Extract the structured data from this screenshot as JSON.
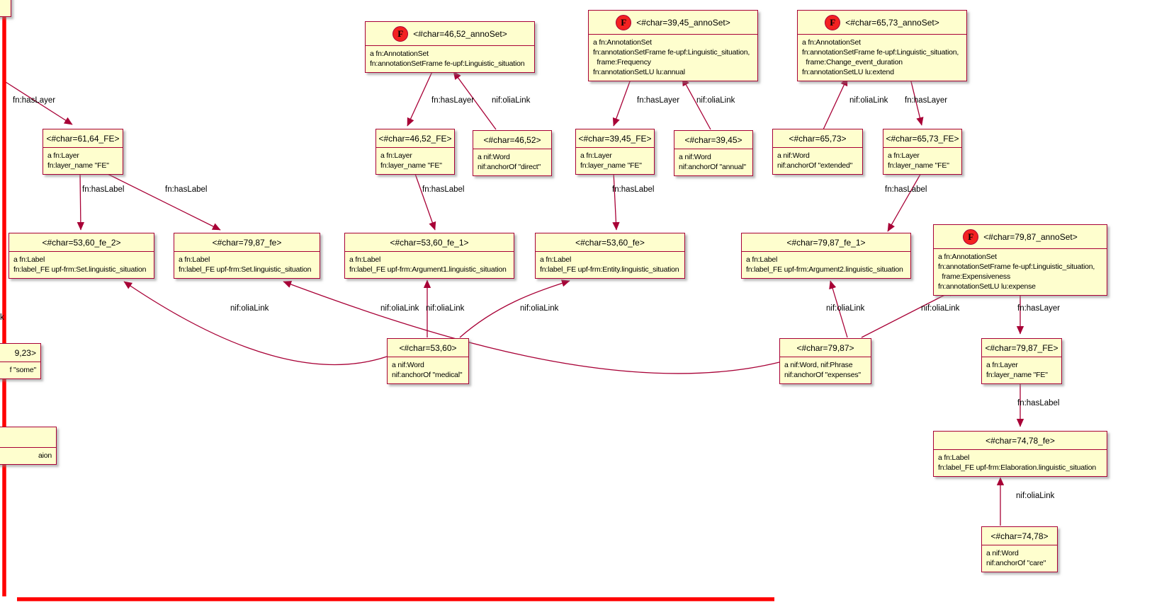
{
  "colors": {
    "node_fill": "#FEFECE",
    "node_border": "#A80036",
    "edge": "#A80036",
    "highlight": "#FF0000",
    "spot_fill": "#F32121"
  },
  "nodes": {
    "a1": {
      "spot": "F",
      "title": "<#char=46,52_annoSet>",
      "lines": [
        "a fn:AnnotationSet",
        "fn:annotationSetFrame fe-upf:Linguistic_situation"
      ]
    },
    "a2": {
      "spot": "F",
      "title": "<#char=39,45_annoSet>",
      "lines": [
        "a fn:AnnotationSet",
        "fn:annotationSetFrame fe-upf:Linguistic_situation,",
        "  frame:Frequency",
        "fn:annotationSetLU lu:annual"
      ]
    },
    "a3": {
      "spot": "F",
      "title": "<#char=65,73_annoSet>",
      "lines": [
        "a fn:AnnotationSet",
        "fn:annotationSetFrame fe-upf:Linguistic_situation,",
        "  frame:Change_event_duration",
        "fn:annotationSetLU lu:extend"
      ]
    },
    "a4": {
      "spot": "F",
      "title": "<#char=79,87_annoSet>",
      "lines": [
        "a fn:AnnotationSet",
        "fn:annotationSetFrame fe-upf:Linguistic_situation,",
        "  frame:Expensiveness",
        "fn:annotationSetLU lu:expense"
      ]
    },
    "b1": {
      "title": "<#char=61,64_FE>",
      "lines": [
        "a fn:Layer",
        "fn:layer_name \"FE\""
      ]
    },
    "b2": {
      "title": "<#char=46,52_FE>",
      "lines": [
        "a fn:Layer",
        "fn:layer_name \"FE\""
      ]
    },
    "b3": {
      "title": "<#char=46,52>",
      "lines": [
        "a nif:Word",
        "nif:anchorOf \"direct\""
      ]
    },
    "b4": {
      "title": "<#char=39,45_FE>",
      "lines": [
        "a fn:Layer",
        "fn:layer_name \"FE\""
      ]
    },
    "b5": {
      "title": "<#char=39,45>",
      "lines": [
        "a nif:Word",
        "nif:anchorOf \"annual\""
      ]
    },
    "b6": {
      "title": "<#char=65,73>",
      "lines": [
        "a nif:Word",
        "nif:anchorOf \"extended\""
      ]
    },
    "b7": {
      "title": "<#char=65,73_FE>",
      "lines": [
        "a fn:Layer",
        "fn:layer_name \"FE\""
      ]
    },
    "b8": {
      "title": "<#char=79,87_FE>",
      "lines": [
        "a fn:Layer",
        "fn:layer_name \"FE\""
      ]
    },
    "c1": {
      "title": "<#char=53,60_fe_2>",
      "lines": [
        "a fn:Label",
        "fn:label_FE upf-frm:Set.linguistic_situation"
      ]
    },
    "c2": {
      "title": "<#char=79,87_fe>",
      "lines": [
        "a fn:Label",
        "fn:label_FE upf-frm:Set.linguistic_situation"
      ]
    },
    "c3": {
      "title": "<#char=53,60_fe_1>",
      "lines": [
        "a fn:Label",
        "fn:label_FE upf-frm:Argument1.linguistic_situation"
      ]
    },
    "c4": {
      "title": "<#char=53,60_fe>",
      "lines": [
        "a fn:Label",
        "fn:label_FE upf-frm:Entity.linguistic_situation"
      ]
    },
    "c5": {
      "title": "<#char=79,87_fe_1>",
      "lines": [
        "a fn:Label",
        "fn:label_FE upf-frm:Argument2.linguistic_situation"
      ]
    },
    "c6": {
      "title": "<#char=74,78_fe>",
      "lines": [
        "a fn:Label",
        "fn:label_FE upf-frm:Elaboration.linguistic_situation"
      ]
    },
    "d1": {
      "title": "<#char=53,60>",
      "lines": [
        "a nif:Word",
        "nif:anchorOf \"medical\""
      ]
    },
    "d2": {
      "title": "<#char=79,87>",
      "lines": [
        "a nif:Word, nif:Phrase",
        "nif:anchorOf \"expenses\""
      ]
    },
    "d3": {
      "title": "<#char=74,78>",
      "lines": [
        "a nif:Word",
        "nif:anchorOf \"care\""
      ]
    },
    "p2": {
      "title": "9,23>",
      "lines": [
        "f \"some\""
      ]
    },
    "p3": {
      "title": "",
      "lines": [
        "aion"
      ]
    }
  },
  "edge_labels": [
    "fn:hasLayer",
    "fn:hasLabel",
    "fn:hasLabel",
    "fn:hasLayer",
    "nif:oliaLink",
    "fn:hasLabel",
    "fn:hasLayer",
    "nif:oliaLink",
    "fn:hasLabel",
    "nif:oliaLink",
    "fn:hasLayer",
    "fn:hasLabel",
    "nif:oliaLink",
    "nif:oliaLink",
    "nif:oliaLink",
    "nif:oliaLink",
    "nif:oliaLink",
    "nif:oliaLink",
    "fn:hasLayer",
    "fn:hasLabel",
    "nif:oliaLink",
    "k"
  ]
}
